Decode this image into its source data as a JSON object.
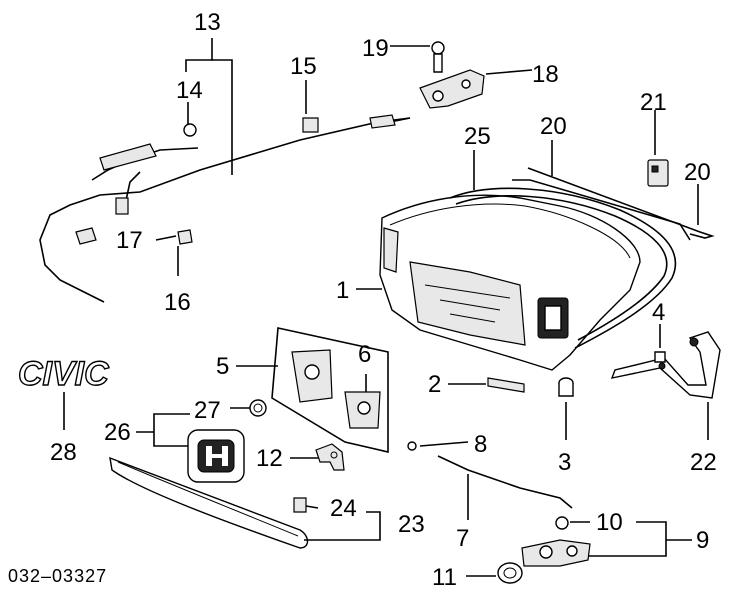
{
  "diagram_code": "032–03327",
  "emblem_text": "CIVIC",
  "callouts": {
    "c1": "1",
    "c2": "2",
    "c3": "3",
    "c4": "4",
    "c5": "5",
    "c6": "6",
    "c7": "7",
    "c8": "8",
    "c9": "9",
    "c10": "10",
    "c11": "11",
    "c12": "12",
    "c13": "13",
    "c14": "14",
    "c15": "15",
    "c16": "16",
    "c17": "17",
    "c18": "18",
    "c19": "19",
    "c20a": "20",
    "c20b": "20",
    "c21": "21",
    "c22": "22",
    "c23": "23",
    "c24": "24",
    "c25": "25",
    "c26": "26",
    "c27": "27",
    "c28": "28"
  }
}
